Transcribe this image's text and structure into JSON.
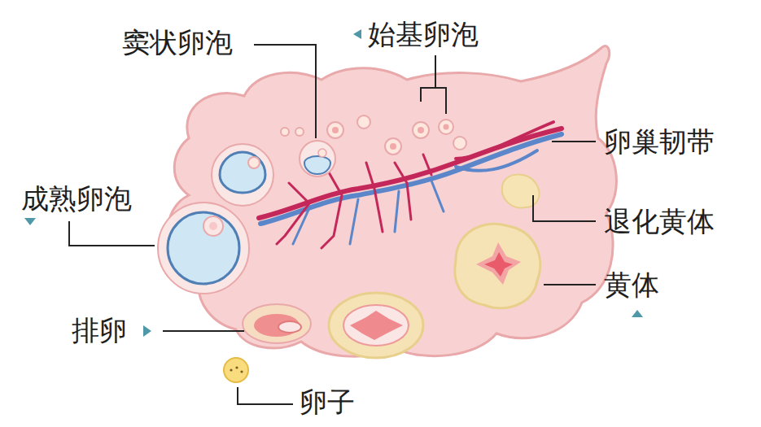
{
  "diagram": {
    "labels": [
      "窦状卵泡",
      "始基卵泡",
      "卵巢韧带",
      "成熟卵泡",
      "退化黄体",
      "黄体",
      "排卵",
      "卵子"
    ]
  }
}
